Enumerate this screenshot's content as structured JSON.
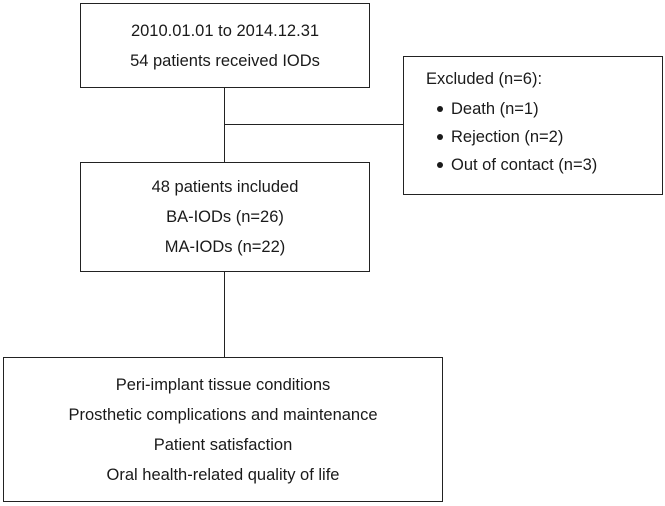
{
  "flowchart": {
    "top_box": {
      "lines": [
        "2010.01.01 to 2014.12.31",
        "54 patients received IODs"
      ]
    },
    "excluded_box": {
      "title": "Excluded (n=6):",
      "items": [
        "Death (n=1)",
        "Rejection (n=2)",
        "Out of contact (n=3)"
      ]
    },
    "middle_box": {
      "lines": [
        "48 patients included",
        "BA-IODs (n=26)",
        "MA-IODs (n=22)"
      ]
    },
    "bottom_box": {
      "lines": [
        "Peri-implant tissue conditions",
        "Prosthetic complications and maintenance",
        "Patient satisfaction",
        "Oral health-related quality of life"
      ]
    }
  }
}
